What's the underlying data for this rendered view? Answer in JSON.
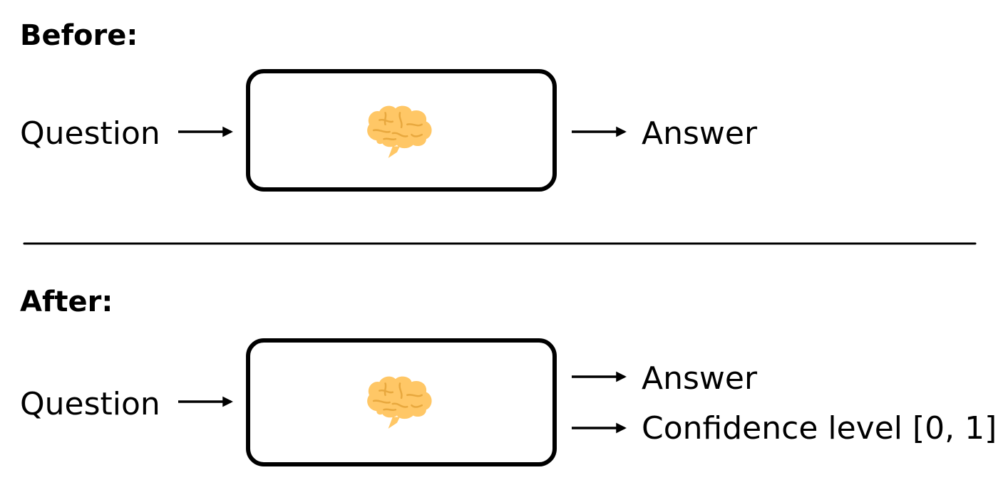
{
  "before": {
    "heading": "Before:",
    "input": "Question",
    "outputs": [
      "Answer"
    ]
  },
  "after": {
    "heading": "After:",
    "input": "Question",
    "outputs": [
      "Answer",
      "Confidence level [0, 1]"
    ]
  },
  "colors": {
    "stroke": "#000000",
    "brain": "#FFC766",
    "brain_lines": "#E8A83E"
  },
  "icons": {
    "model": "brain-icon"
  }
}
